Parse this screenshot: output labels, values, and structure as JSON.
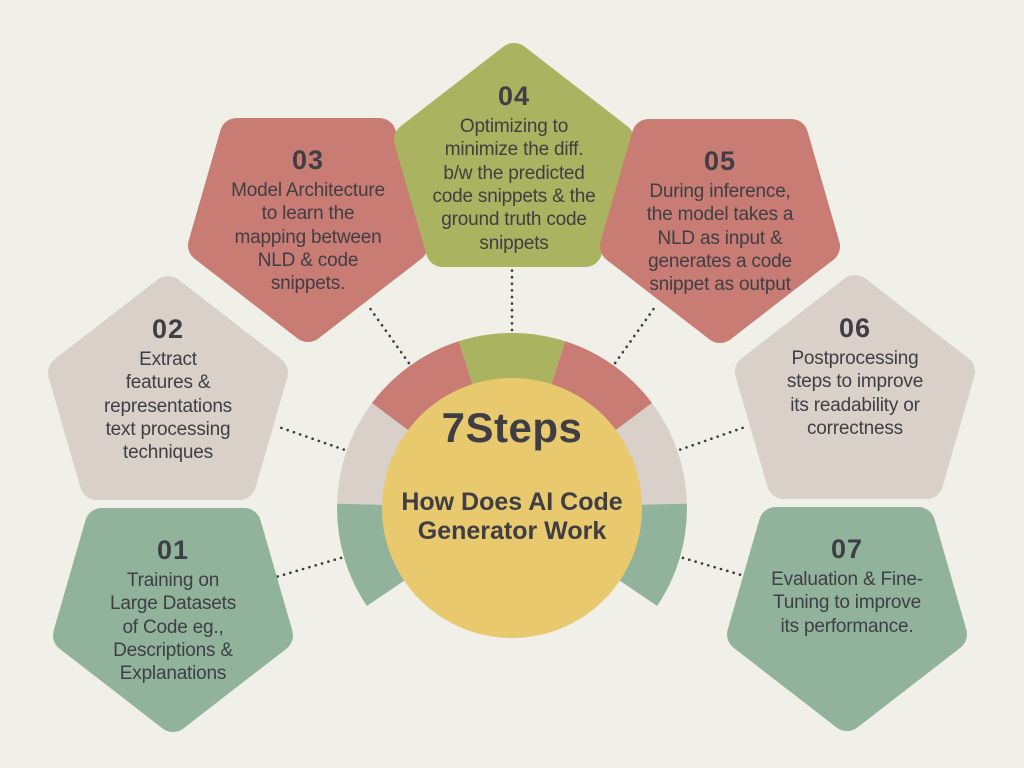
{
  "page": {
    "background": "#f0efe8",
    "text_color": "#3e3e44",
    "connector_color": "#3a3a3f"
  },
  "center": {
    "title": "7Steps",
    "subtitle": "How Does AI Code\nGenerator Work",
    "circle_color": "#e9c96d"
  },
  "steps": [
    {
      "number": "01",
      "description": "Training on\nLarge Datasets\nof Code eg.,\nDescriptions &\nExplanations",
      "color": "#91b39c"
    },
    {
      "number": "02",
      "description": "Extract\nfeatures &\nrepresentations\ntext processing\ntechniques",
      "color": "#d9d0c9"
    },
    {
      "number": "03",
      "description": "Model Architecture\nto learn the\nmapping between\nNLD & code\nsnippets.",
      "color": "#c87c73"
    },
    {
      "number": "04",
      "description": "Optimizing to\nminimize the diff.\nb/w the predicted\ncode snippets & the\nground truth code\nsnippets",
      "color": "#aab35f"
    },
    {
      "number": "05",
      "description": "During inference,\nthe model takes a\nNLD as input &\ngenerates a code\nsnippet as output",
      "color": "#c87c73"
    },
    {
      "number": "06",
      "description": "Postprocessing\nsteps to improve\nits readability or\ncorrectness",
      "color": "#d9d0c9"
    },
    {
      "number": "07",
      "description": "Evaluation & Fine-\nTuning to improve\nits performance.",
      "color": "#91b39c"
    }
  ]
}
